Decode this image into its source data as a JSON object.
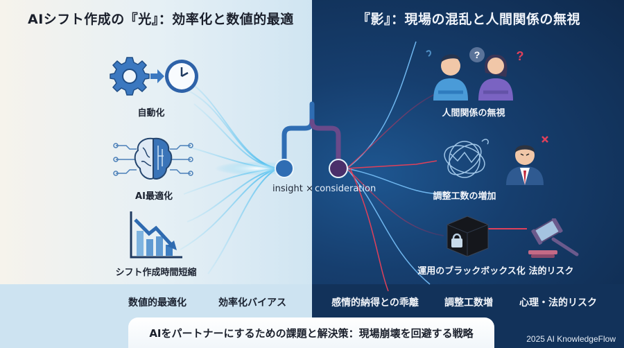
{
  "header": {
    "left_title": "AIシフト作成の『光』：効率化と数値的最適",
    "right_title": "『影』：現場の混乱と人間関係の無視"
  },
  "left_panel": {
    "theme": "light",
    "items": [
      {
        "icon": "gear-to-clock-icon",
        "label": "自動化"
      },
      {
        "icon": "ai-brain-circuit-icon",
        "label": "AI最適化"
      },
      {
        "icon": "declining-chart-icon",
        "label": "シフト作成時間短縮"
      }
    ]
  },
  "center": {
    "left_node": "insight",
    "separator": "×",
    "right_node": "consideration",
    "insight_label": "insight ×",
    "consideration_label": "consideration"
  },
  "right_panel": {
    "theme": "dark",
    "items": [
      {
        "icon": "confused-people-icon",
        "label": "人間関係の無視"
      },
      {
        "icon": "tangled-lines-angry-manager-icon",
        "label": "調整工数の増加"
      },
      {
        "icon": "locked-black-box-icon",
        "label": "運用のブラックボックス化"
      },
      {
        "icon": "gavel-icon",
        "label": "法的リスク"
      }
    ]
  },
  "bottom_keywords": {
    "left": [
      "数値的最適化",
      "効率化バイアス"
    ],
    "right": [
      "感情的納得との乖離",
      "調整工数増",
      "心理・法的リスク"
    ]
  },
  "footer": {
    "title": "AIをパートナーにするための課題と解決策：現場崩壊を回避する戦略",
    "credit": "2025 AI KnowledgeFlow"
  },
  "colors": {
    "light_bg": "#e6f0f5",
    "dark_bg": "#0f2a4d",
    "accent_blue": "#2f6db3",
    "accent_cyan": "#5cc8f0",
    "accent_red": "#e0405a"
  }
}
